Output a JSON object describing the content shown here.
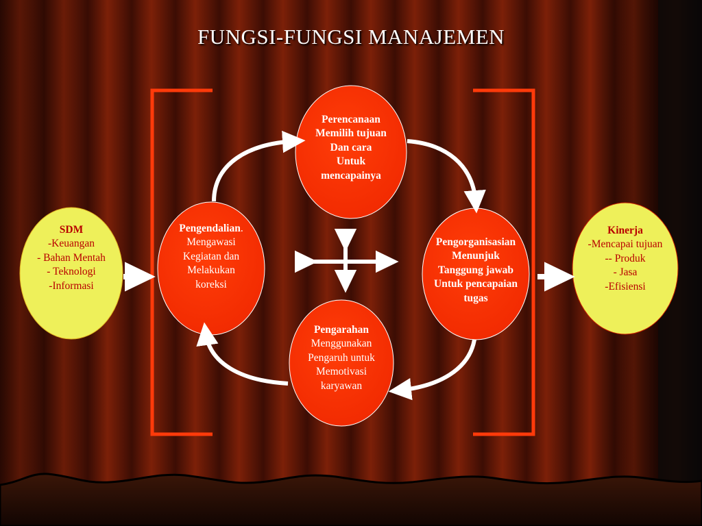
{
  "title": "FUNGSI-FUNGSI MANAJEMEN",
  "colors": {
    "curtain_dark": "#3a0c04",
    "curtain_light": "#7a1e08",
    "bracket": "#ff3a0a",
    "red_node": "#ff3300",
    "yellow_node": "#eef05a",
    "arrow": "#ffffff",
    "yellow_text": "#b80000"
  },
  "input": {
    "heading": "SDM",
    "lines": [
      "-Keuangan",
      "- Bahan Mentah",
      "- Teknologi",
      "-Informasi"
    ]
  },
  "output": {
    "heading": "Kinerja",
    "lines": [
      "-Mencapai tujuan",
      "-- Produk",
      "- Jasa",
      "-Efisiensi"
    ]
  },
  "planning": {
    "heading": "Perencanaan",
    "lines": [
      "Memilih tujuan",
      "Dan cara",
      "Untuk",
      "mencapainya"
    ]
  },
  "organizing": {
    "heading": "Pengorganisasian",
    "lines": [
      "Menunjuk",
      "Tanggung jawab",
      "Untuk pencapaian",
      "tugas"
    ]
  },
  "directing": {
    "heading": "Pengarahan",
    "lines": [
      "Menggunakan",
      "Pengaruh untuk",
      "Memotivasi",
      "karyawan"
    ]
  },
  "controlling": {
    "heading": "Pengendalian",
    "heading_suffix": ".",
    "lines": [
      "Mengawasi",
      "Kegiatan dan",
      "Melakukan",
      "koreksi"
    ]
  },
  "center_icon": "four-way-arrow-icon"
}
